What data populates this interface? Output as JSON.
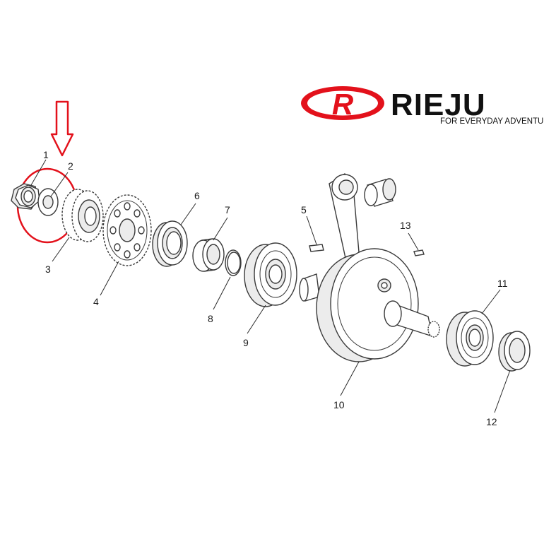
{
  "brand": {
    "logo_letter": "R",
    "name": "RIEJU",
    "tagline": "FOR EVERYDAY ADVENTURE",
    "color": "#e3111b"
  },
  "highlight": {
    "color": "#e3111b",
    "target_part": "2"
  },
  "parts": [
    {
      "label": "1"
    },
    {
      "label": "2"
    },
    {
      "label": "3"
    },
    {
      "label": "4"
    },
    {
      "label": "5"
    },
    {
      "label": "6"
    },
    {
      "label": "7"
    },
    {
      "label": "8"
    },
    {
      "label": "9"
    },
    {
      "label": "10"
    },
    {
      "label": "11"
    },
    {
      "label": "12"
    },
    {
      "label": "13"
    }
  ]
}
